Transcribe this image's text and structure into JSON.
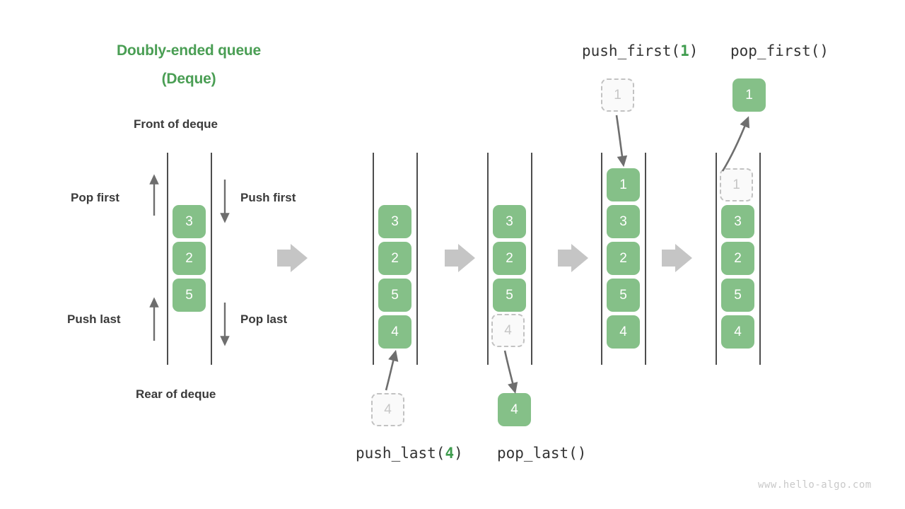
{
  "title": {
    "line1": "Doubly-ended queue",
    "line2": "(Deque)",
    "color": "#4a9e54"
  },
  "labels": {
    "front": "Front of deque",
    "rear": "Rear of deque",
    "pop_first": "Pop first",
    "push_first": "Push first",
    "push_last": "Push last",
    "pop_last": "Pop last"
  },
  "operations": {
    "push_last": {
      "name": "push_last(",
      "arg": "4",
      "close": ")"
    },
    "pop_last": {
      "name": "pop_last()",
      "arg": "",
      "close": ""
    },
    "push_first": {
      "name": "push_first(",
      "arg": "1",
      "close": ")"
    },
    "pop_first": {
      "name": "pop_first()",
      "arg": "",
      "close": ""
    }
  },
  "colors": {
    "cell_fill": "#85c088",
    "cell_text": "#ffffff",
    "ghost_fill": "#fafafa",
    "ghost_border": "#c2c2c2",
    "ghost_text": "#c6c6c6",
    "rail": "#4d4d4d",
    "arrow": "#6e6e6e",
    "block_arrow": "#c5c5c5",
    "label_text": "#3a3a3a",
    "accent_green": "#3f9c4e"
  },
  "stages": [
    {
      "id": "stage-initial",
      "cells": [
        "3",
        "2",
        "5"
      ],
      "ghosts": []
    },
    {
      "id": "stage-push-last-result",
      "cells": [
        "3",
        "2",
        "5",
        "4"
      ],
      "ghosts": [],
      "incoming_value": "4"
    },
    {
      "id": "stage-pop-last",
      "cells": [
        "3",
        "2",
        "5"
      ],
      "ghosts": [
        "4"
      ],
      "outgoing_value": "4"
    },
    {
      "id": "stage-push-first-result",
      "cells": [
        "1",
        "3",
        "2",
        "5",
        "4"
      ],
      "ghosts": [],
      "incoming_value": "1"
    },
    {
      "id": "stage-pop-first",
      "cells": [
        "3",
        "2",
        "5",
        "4"
      ],
      "ghosts": [
        "1"
      ],
      "outgoing_value": "1"
    }
  ],
  "watermark": "www.hello-algo.com"
}
